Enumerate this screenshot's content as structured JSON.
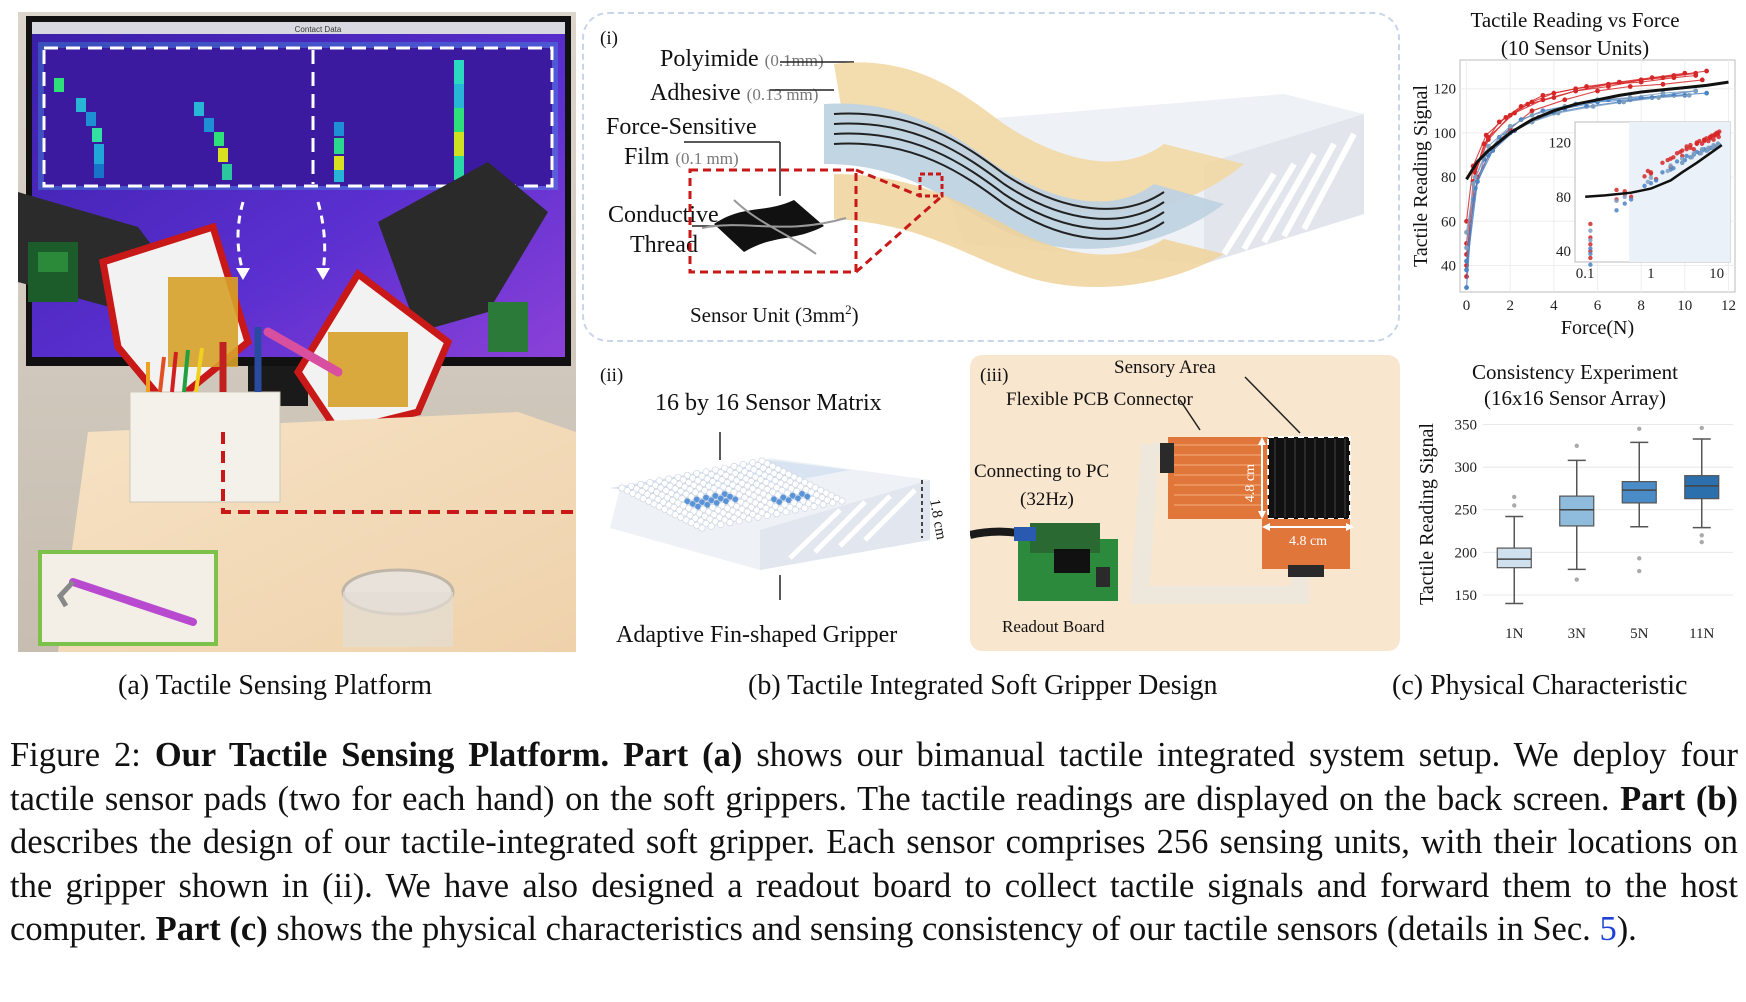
{
  "panel_a": {
    "screen_title": "Contact Data"
  },
  "panel_b": {
    "label_i": "(i)",
    "label_ii": "(ii)",
    "label_iii": "(iii)",
    "layers": {
      "polyimide": "Polyimide",
      "polyimide_thickness": "(0.1mm)",
      "adhesive": "Adhesive",
      "adhesive_thickness": "(0.13 mm)",
      "fsf_line1": "Force-Sensitive",
      "fsf_line2": "Film",
      "fsf_thickness": "(0.1 mm)",
      "thread_line1": "Conductive",
      "thread_line2": "Thread",
      "sensor_unit": "Sensor Unit (3mm",
      "sensor_unit_exp": "2",
      "sensor_unit_close": ")"
    },
    "matrix_label": "16 by 16 Sensor Matrix",
    "height_label": "1.8 cm",
    "gripper_label": "Adaptive Fin-shaped Gripper",
    "iii": {
      "sensory_area": "Sensory Area",
      "flex_pcb": "Flexible PCB Connector",
      "connecting_line1": "Connecting to PC",
      "connecting_line2": "(32Hz)",
      "readout": "Readout Board",
      "dim_v": "4.8 cm",
      "dim_h": "4.8 cm"
    }
  },
  "captions": {
    "a": "(a) Tactile Sensing Platform",
    "b": "(b) Tactile Integrated Soft Gripper Design",
    "c": "(c) Physical Characteristic"
  },
  "figure_caption": {
    "prefix": "Figure 2: ",
    "title": "Our Tactile Sensing Platform.",
    "part_a_label": "Part (a)",
    "part_a_text": " shows our bimanual tactile integrated system setup. We deploy four tactile sensor pads (two for each hand) on the soft grippers. The tactile readings are displayed on the back screen. ",
    "part_b_label": "Part (b)",
    "part_b_text": " describes the design of our tactile-integrated soft gripper. Each sensor comprises 256 sensing units, with their locations on the gripper shown in (ii). We have also designed a readout board to collect tactile signals and forward them to the host computer. ",
    "part_c_label": "Part (c)",
    "part_c_text": " shows the physical characteristics and sensing consistency of our tactile sensors (details in Sec. ",
    "sec_ref": "5",
    "end": ")."
  },
  "chart_data": [
    {
      "type": "line",
      "title": "Tactile Reading vs Force",
      "subtitle": "(10 Sensor Units)",
      "xlabel": "Force(N)",
      "ylabel": "Tactile Reading Signal",
      "xlim": [
        -0.3,
        12.3
      ],
      "ylim": [
        28,
        133
      ],
      "xticks": [
        0,
        2,
        4,
        6,
        8,
        10,
        12
      ],
      "yticks": [
        40,
        60,
        80,
        100,
        120
      ],
      "fit": {
        "x": [
          0,
          0.5,
          1,
          2,
          3,
          4,
          5,
          6,
          7,
          8,
          9,
          10,
          11,
          12
        ],
        "y": [
          79,
          87,
          92,
          100,
          106,
          110,
          113,
          115,
          117,
          118.5,
          119.5,
          120.5,
          121.5,
          123
        ]
      },
      "series": [
        {
          "color": "#d62728",
          "x": [
            0,
            0.3,
            0.8,
            1.5,
            2.5,
            3.5,
            5,
            6.5,
            8,
            9.5,
            10.5
          ],
          "y": [
            40,
            78,
            95,
            105,
            112,
            117,
            120,
            122,
            123,
            125,
            126
          ]
        },
        {
          "color": "#d62728",
          "x": [
            0,
            0.4,
            1,
            2,
            3,
            4,
            5.5,
            7,
            8.5,
            10
          ],
          "y": [
            35,
            82,
            97,
            108,
            114,
            118,
            121,
            123,
            125,
            127
          ]
        },
        {
          "color": "#d62728",
          "x": [
            0,
            0.3,
            0.9,
            1.8,
            2.8,
            4,
            5,
            6.5,
            8,
            9,
            10.5
          ],
          "y": [
            60,
            85,
            99,
            107,
            113,
            116,
            119,
            121,
            124,
            125,
            127
          ]
        },
        {
          "color": "#d62728",
          "x": [
            0,
            0.5,
            1.2,
            2,
            3,
            4.5,
            6,
            7.5,
            9,
            10.8
          ],
          "y": [
            45,
            80,
            93,
            102,
            110,
            115,
            119,
            121,
            122,
            124
          ]
        },
        {
          "color": "#d62728",
          "x": [
            0,
            0.4,
            1,
            2.2,
            3.5,
            5,
            6.5,
            8,
            9.5,
            11
          ],
          "y": [
            50,
            84,
            98,
            109,
            115,
            119,
            122,
            124,
            126,
            128
          ]
        },
        {
          "color": "#4c84c4",
          "x": [
            0,
            0.3,
            0.8,
            1.5,
            2.5,
            3.5,
            5,
            6.5,
            8,
            9.5,
            11
          ],
          "y": [
            30,
            70,
            88,
            98,
            106,
            110,
            113,
            115,
            116,
            117,
            118
          ]
        },
        {
          "color": "#4c84c4",
          "x": [
            0,
            0.4,
            1,
            2,
            3,
            4,
            5.5,
            7,
            8.5,
            10
          ],
          "y": [
            42,
            75,
            90,
            100,
            105,
            109,
            112,
            114,
            116,
            117
          ]
        },
        {
          "color": "#4c84c4",
          "x": [
            0,
            0.5,
            1.2,
            2.2,
            3.3,
            4.5,
            6,
            7.5,
            9,
            10.5
          ],
          "y": [
            38,
            78,
            92,
            101,
            107,
            111,
            114,
            115,
            117,
            119
          ]
        },
        {
          "color": "#7f9fbf",
          "x": [
            0,
            0.4,
            1,
            2,
            3,
            4.5,
            6,
            7.5,
            9,
            10.5
          ],
          "y": [
            55,
            80,
            94,
            103,
            108,
            112,
            115,
            116,
            118,
            119
          ]
        },
        {
          "color": "#7f9fbf",
          "x": [
            0,
            0.3,
            0.9,
            1.8,
            3,
            4.2,
            5.8,
            7.2,
            8.8,
            10.2
          ],
          "y": [
            48,
            77,
            91,
            99,
            105,
            109,
            112,
            114,
            116,
            117
          ]
        }
      ],
      "inset": {
        "xscale": "log",
        "xlim": [
          0.07,
          16
        ],
        "ylim": [
          32,
          135
        ],
        "xticks": [
          0.1,
          1,
          10
        ],
        "xticklabels": [
          "0.1",
          "1",
          "10"
        ],
        "yticks": [
          40,
          80,
          120
        ],
        "fit": {
          "x": [
            0.1,
            0.2,
            0.5,
            1,
            2,
            3,
            5,
            8,
            12
          ],
          "y": [
            80,
            81,
            83,
            86,
            92,
            98,
            105,
            112,
            118
          ]
        }
      }
    },
    {
      "type": "box",
      "title": "Consistency Experiment",
      "subtitle": "(16x16 Sensor Array)",
      "ylabel": "Tactile Reading Signal",
      "ylim": [
        130,
        360
      ],
      "yticks": [
        150,
        200,
        250,
        300,
        350
      ],
      "categories": [
        "1N",
        "3N",
        "5N",
        "11N"
      ],
      "colors": [
        "#cfe0ee",
        "#8fbcdc",
        "#4a8cc7",
        "#2c6fad"
      ],
      "boxes": [
        {
          "whislo": 140,
          "q1": 182,
          "med": 192,
          "q3": 205,
          "whishi": 242,
          "fliers": [
            255,
            265
          ]
        },
        {
          "whislo": 180,
          "q1": 231,
          "med": 250,
          "q3": 266,
          "whishi": 308,
          "fliers": [
            168,
            325
          ]
        },
        {
          "whislo": 230,
          "q1": 258,
          "med": 273,
          "q3": 283,
          "whishi": 329,
          "fliers": [
            178,
            193,
            345
          ]
        },
        {
          "whislo": 229,
          "q1": 263,
          "med": 278,
          "q3": 290,
          "whishi": 333,
          "fliers": [
            212,
            220,
            346
          ]
        }
      ]
    }
  ]
}
